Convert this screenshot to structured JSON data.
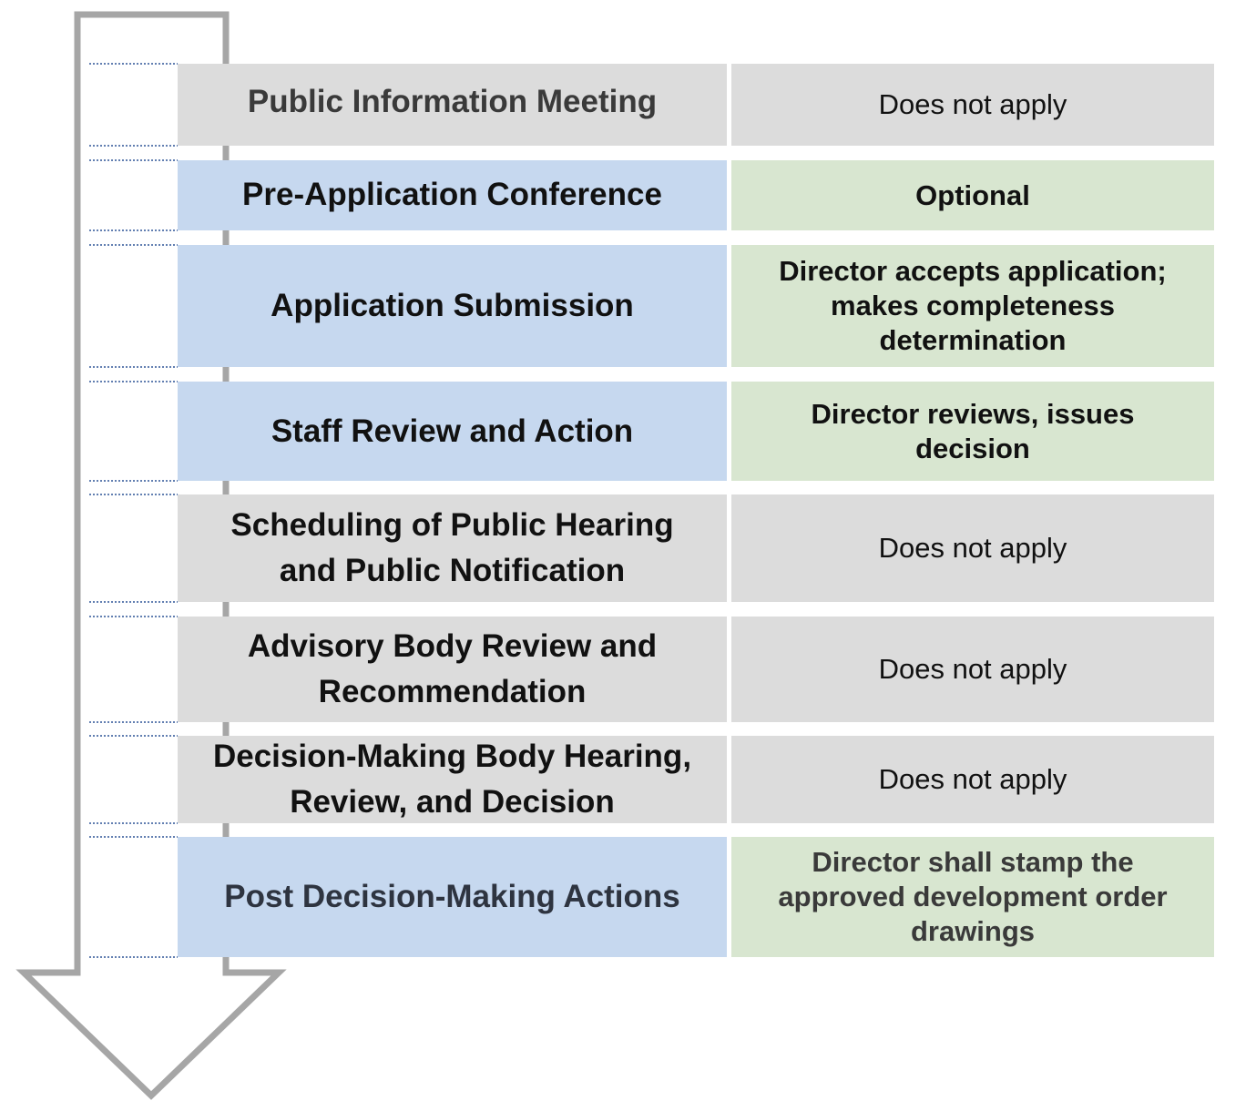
{
  "colors": {
    "not_applicable": "#dcdcdc",
    "applicable_step": "#c6d8ef",
    "applicable_outcome": "#d8e6d0",
    "arrow_outline": "#a6a6a6",
    "dotted_guides": "#2f5597"
  },
  "steps": [
    {
      "step": "Public Information Meeting",
      "outcome": "Does not apply",
      "applies": false
    },
    {
      "step": "Pre-Application Conference",
      "outcome": "Optional",
      "applies": true
    },
    {
      "step": "Application Submission",
      "outcome": "Director accepts application; makes completeness determination",
      "applies": true
    },
    {
      "step": "Staff Review and Action",
      "outcome": "Director reviews, issues decision",
      "applies": true
    },
    {
      "step": "Scheduling of Public Hearing and Public Notification",
      "outcome": "Does not apply",
      "applies": false
    },
    {
      "step": "Advisory Body Review and Recommendation",
      "outcome": "Does not apply",
      "applies": false
    },
    {
      "step": "Decision-Making Body Hearing, Review, and Decision",
      "outcome": "Does not apply",
      "applies": false
    },
    {
      "step": "Post Decision-Making Actions",
      "outcome": "Director shall stamp the approved development order drawings",
      "applies": true
    }
  ]
}
